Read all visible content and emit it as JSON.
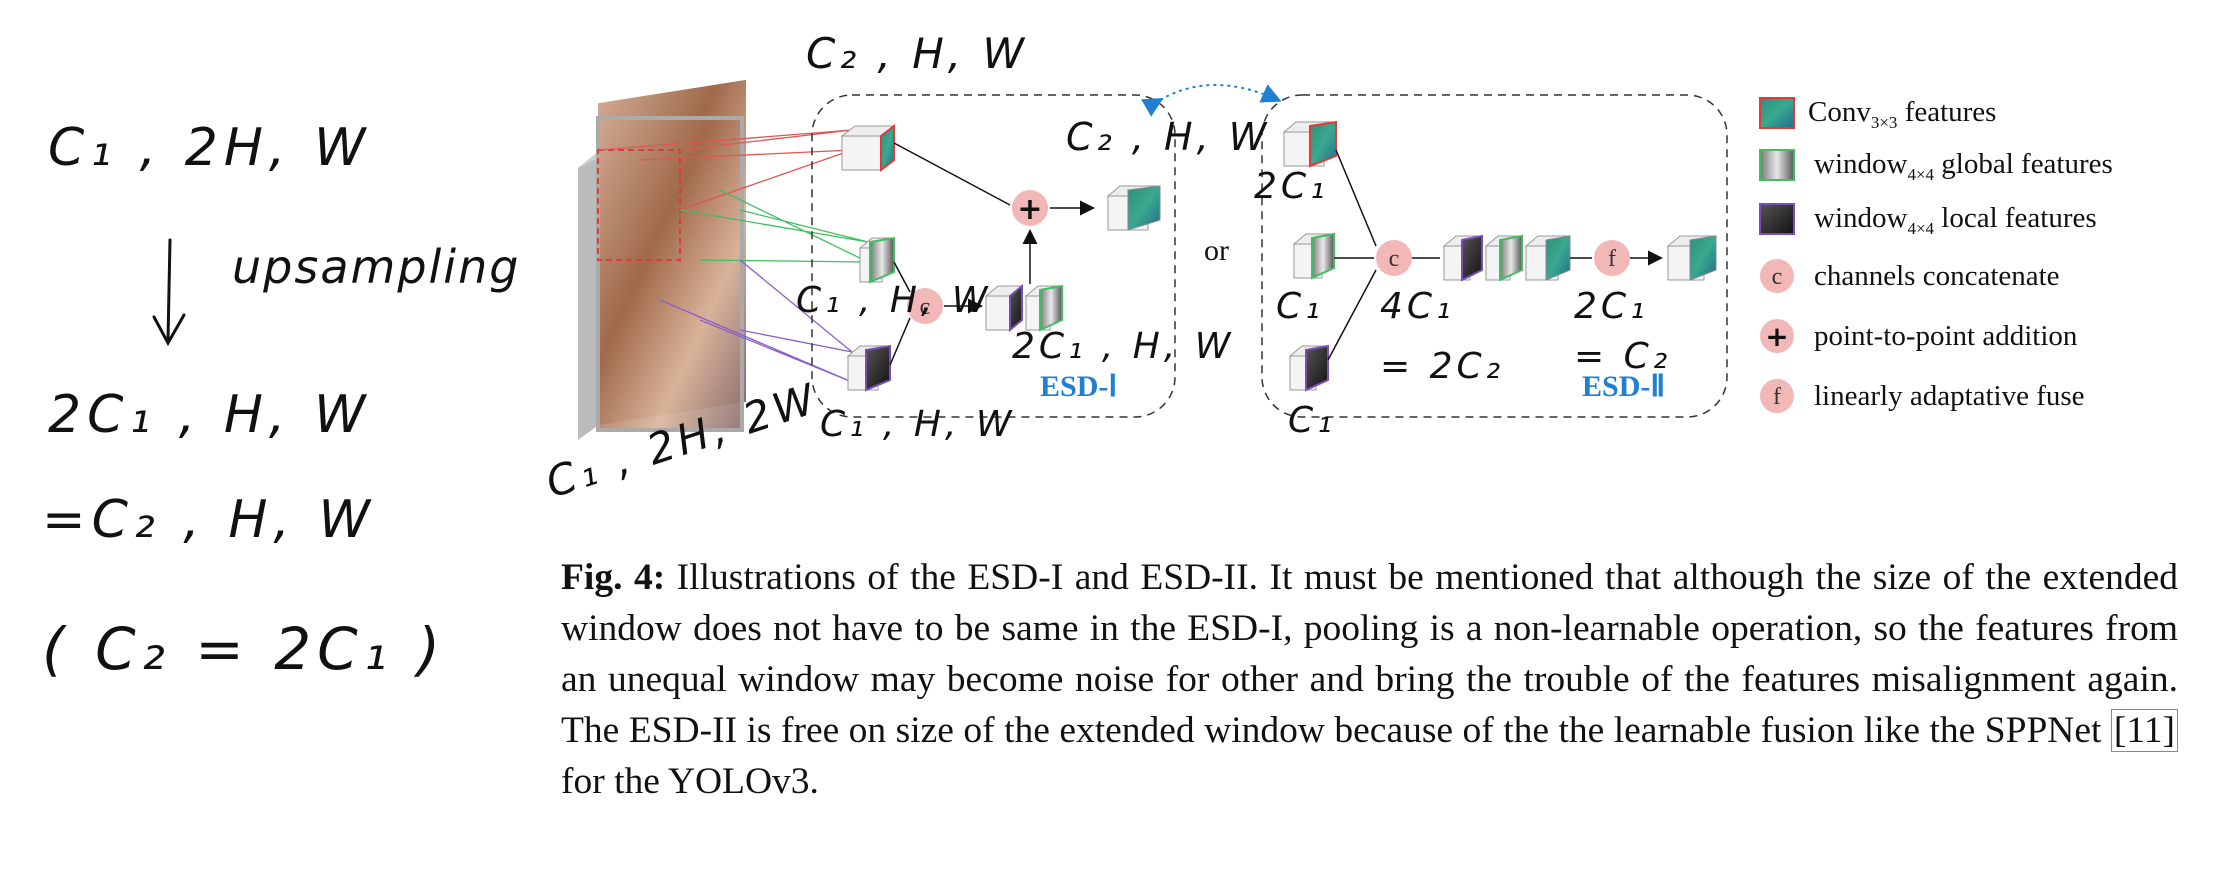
{
  "notes": {
    "line1": "C₁ , 2H, W",
    "upsampling": "upsampling",
    "line2": "2C₁ , H, W",
    "line3": "=C₂ , H, W",
    "line4": "( C₂ = 2C₁ )"
  },
  "diagram": {
    "top_hand": "C₂ , H, W",
    "input_hand": "C₁ , 2H, 2W",
    "esd1": {
      "label": "ESD-Ⅰ",
      "hand_top": "C₂ , H, W",
      "hand_mid": "C₁ , H, W",
      "hand_bottom": "C₁ , H, W",
      "hand_concat": "2C₁ , H, W",
      "concat_symbol": "c",
      "add_symbol": "+"
    },
    "or_text": "or",
    "esd2": {
      "label": "ESD-Ⅱ",
      "hand_top": "2C₁",
      "hand_mid": "C₁",
      "hand_bottom": "C₁",
      "hand_concat_a": "4C₁",
      "hand_concat_b": "= 2C₂",
      "hand_fuse_a": "2C₁",
      "hand_fuse_b": "= C₂",
      "concat_symbol": "c",
      "fuse_symbol": "f"
    },
    "legend": {
      "conv_main": "Conv",
      "conv_sub": "3×3",
      "conv_rest": " features",
      "global_main": "window",
      "global_sub": "4×4",
      "global_rest": " global features",
      "local_main": "window",
      "local_sub": "4×4",
      "local_rest": " local features",
      "concat_symbol": "c",
      "concat": "channels concatenate",
      "add_symbol": "+",
      "add": "point-to-point addition",
      "fuse_symbol": "f",
      "fuse": "linearly adaptative fuse"
    },
    "colors": {
      "conv_border": "#e03a3a",
      "global_border": "#3fbf5f",
      "local_border": "#7a4fb5",
      "esd_label": "#1f7fd0",
      "op_circle": "#f2b8b8"
    }
  },
  "caption": {
    "label": "Fig. 4:",
    "text_before_ref": " Illustrations of the ESD-I and ESD-II. It must be mentioned that although the size of the extended window does not have to be same in the ESD-I, pooling is a non-learnable operation, so the features from an unequal window may become noise for other and bring the trouble of the features misalignment again. The ESD-II is free on size of the extended window because of the the learnable fusion like the SPPNet ",
    "ref": "[11]",
    "text_after_ref": " for the YOLOv3."
  }
}
